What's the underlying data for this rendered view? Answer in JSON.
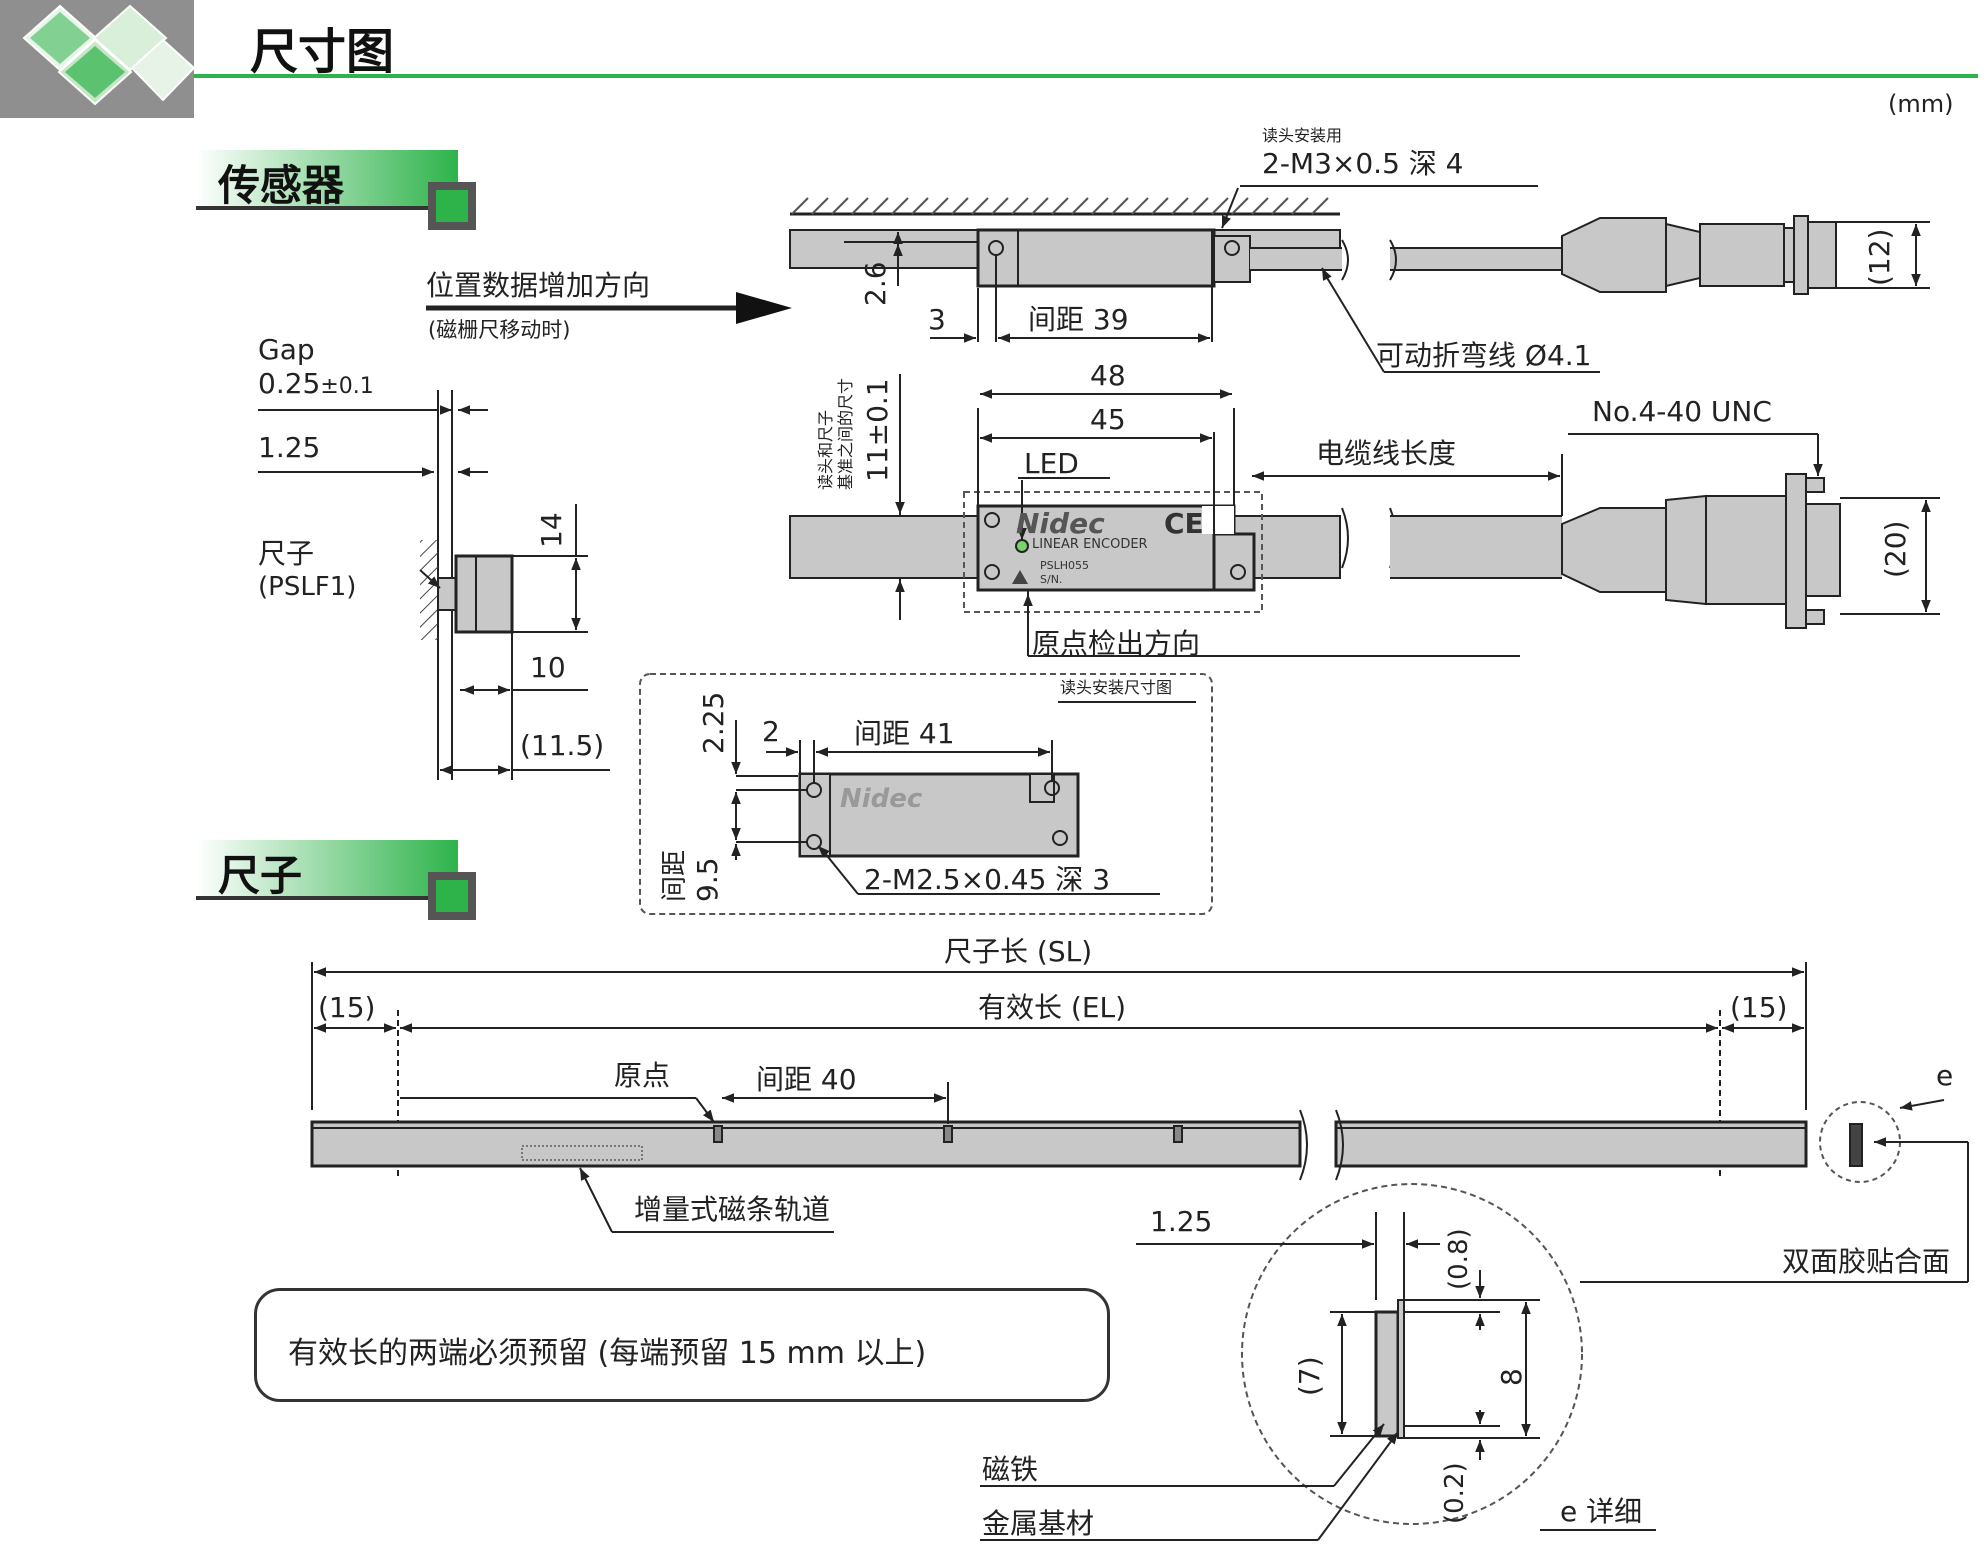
{
  "header": {
    "title": "尺寸图",
    "unit": "(mm)"
  },
  "sections": {
    "sensor": "传感器",
    "scale": "尺子"
  },
  "sensor_side": {
    "direction": "位置数据增加方向",
    "direction_note": "(磁栅尺移动时)",
    "gap_label": "Gap",
    "gap_value": "0.25",
    "gap_tol": "±0.1",
    "dim_125": "1.25",
    "scale_label": "尺子",
    "scale_model": "(PSLF1)",
    "dim_14": "14",
    "dim_10": "10",
    "dim_115": "(11.5)"
  },
  "sensor_top": {
    "mount_note": "读头安装用",
    "mount_thread": "2-M3×0.5 深 4",
    "dim_26": "2.6",
    "dim_3": "3",
    "pitch_39": "间距 39",
    "cable": "可动折弯线 Ø4.1",
    "dim_12": "(12)"
  },
  "sensor_front": {
    "note_line1": "读头和尺子",
    "note_line2": "基准之间的尺寸",
    "dim_11": "11±0.1",
    "dim_48": "48",
    "dim_45": "45",
    "led": "LED",
    "cable_length": "电缆线长度",
    "unc": "No.4-40 UNC",
    "dim_20": "(20)",
    "origin_dir": "原点检出方向",
    "brand": "Nidec",
    "ce": "CE",
    "product": "LINEAR ENCODER",
    "model": "PSLH055",
    "sn": "S/N."
  },
  "mount_detail": {
    "title": "读头安装尺寸图",
    "dim_225": "2.25",
    "dim_2": "2",
    "pitch_41": "间距 41",
    "pitch_95_label": "间距",
    "pitch_95_value": "9.5",
    "thread": "2-M2.5×0.45 深 3"
  },
  "scale": {
    "sl": "尺子长 (SL)",
    "el": "有效长 (EL)",
    "end15_left": "(15)",
    "end15_right": "(15)",
    "origin": "原点",
    "pitch_40": "间距 40",
    "track": "增量式磁条轨道",
    "e_label": "e",
    "adhesive": "双面胶贴合面",
    "note": "有效长的两端必须预留 (每端预留 15 mm 以上)"
  },
  "e_detail": {
    "dim_125": "1.25",
    "dim_08": "(0.8)",
    "dim_7": "(7)",
    "dim_8": "8",
    "dim_02": "(0.2)",
    "magnet": "磁铁",
    "metal": "金属基材",
    "title": "e 详细"
  },
  "colors": {
    "green": "#2db34a",
    "part": "#c8c8c8",
    "dark": "#333333",
    "header_gray": "#8f8f8f"
  }
}
